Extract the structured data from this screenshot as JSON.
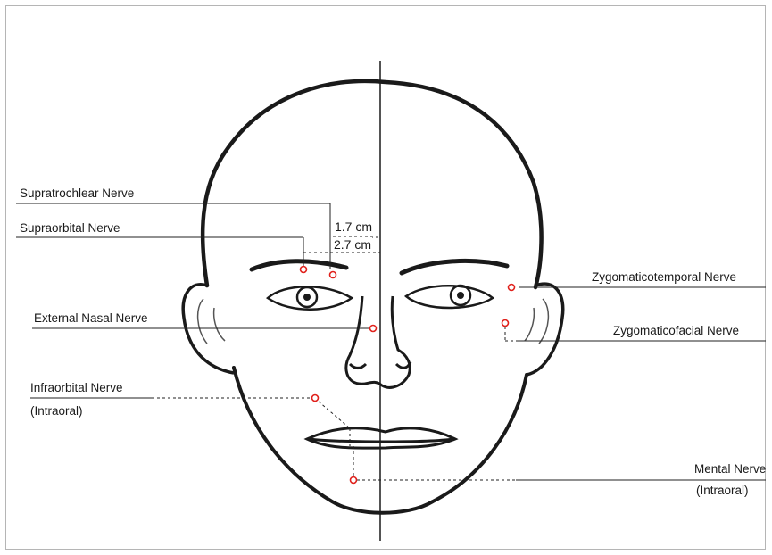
{
  "nerves": {
    "supratrochlear": "Supratrochlear Nerve",
    "supraorbital": "Supraorbital Nerve",
    "external_nasal": "External Nasal Nerve",
    "infraorbital": "Infraorbital Nerve",
    "infraorbital_note": "(Intraoral)",
    "zygomaticotemporal": "Zygomaticotemporal Nerve",
    "zygomaticofacial": "Zygomaticofacial Nerve",
    "mental": "Mental Nerve",
    "mental_note": "(Intraoral)"
  },
  "measurements": {
    "supratrochlear_distance": "1.7 cm",
    "supraorbital_distance": "2.7 cm"
  },
  "colors": {
    "nerve_marker": "#e0201b",
    "line": "#222222",
    "sketch": "#1a1a1a"
  }
}
